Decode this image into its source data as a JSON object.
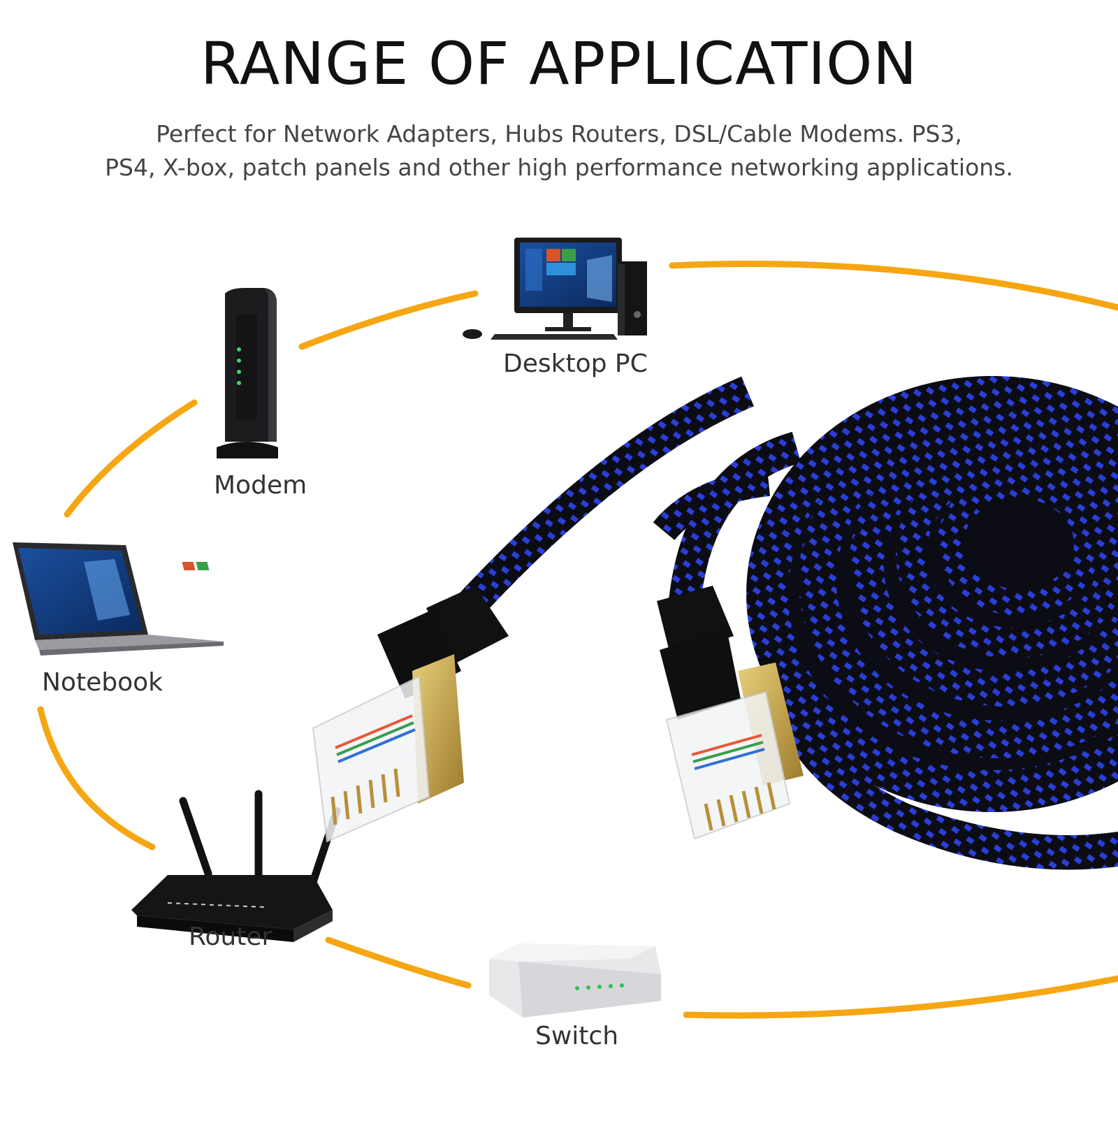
{
  "header": {
    "title": "RANGE OF APPLICATION",
    "subtitle_line1": "Perfect for Network Adapters, Hubs Routers, DSL/Cable Modems. PS3,",
    "subtitle_line2": "PS4, X-box, patch panels and other high performance networking applications."
  },
  "devices": {
    "desktop": "Desktop PC",
    "modem": "Modem",
    "notebook": "Notebook",
    "router": "Router",
    "switch": "Switch"
  },
  "colors": {
    "ring": "#f5a612",
    "cable_black": "#0c0c14",
    "cable_blue": "#2a3fd8",
    "gold": "#c9a24a"
  },
  "icons": {
    "desktop": "desktop-pc-icon",
    "modem": "modem-icon",
    "notebook": "laptop-icon",
    "router": "router-icon",
    "switch": "network-switch-icon",
    "cable": "ethernet-cable-image"
  }
}
